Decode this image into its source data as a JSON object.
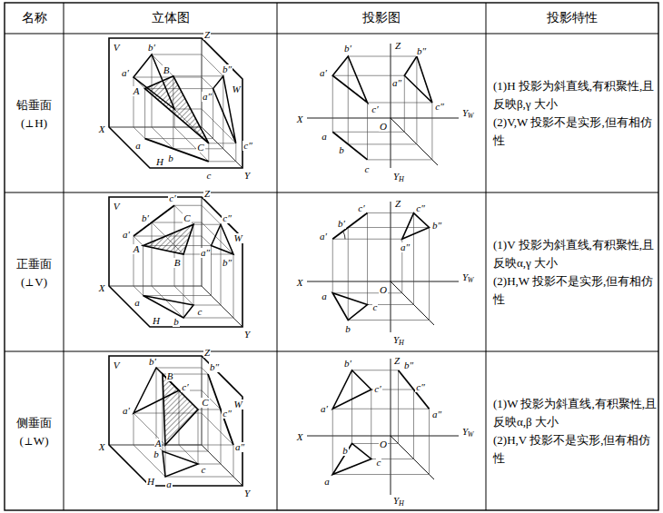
{
  "diagram": {
    "labels": [
      "名称",
      "立体图",
      "投影图",
      "投影特性",
      "铅垂面",
      "(⊥H)",
      "(1)H 投影为斜直线,有积聚性,且反映β,γ 大小",
      "(2)V,W 投影不是实形,但有相仿性",
      "正垂面",
      "(⊥V)",
      "(1)V 投影为斜直线,有积聚性,且反映α,γ 大小",
      "(2)H,W 投影不是实形,但有相仿性",
      "侧垂面",
      "(⊥W)",
      "(1)W 投影为斜直线,有积聚性,且反映α,β 大小",
      "(2)H,V 投影不是实形,但有相仿性",
      "V",
      "Z",
      "b′",
      "a′",
      "B",
      "A",
      "a″",
      "b″",
      "W",
      "c″",
      "C",
      "X",
      "a",
      "b",
      "c",
      "H",
      "Y",
      "Z",
      "a′",
      "b′",
      "b″",
      "c′",
      "a″",
      "c″",
      "X",
      "O",
      "Y",
      "W",
      "a",
      "b",
      "c",
      "Y",
      "H",
      "V",
      "Z",
      "c′",
      "b′",
      "a′",
      "C",
      "a″",
      "c″",
      "A",
      "W",
      "B",
      "b″",
      "X",
      "a",
      "c",
      "H",
      "b",
      "Y",
      "c′",
      "Z",
      "c″",
      "b′",
      "a′",
      "b″",
      "a″",
      "X",
      "O",
      "Y",
      "W",
      "a",
      "c",
      "b",
      "Y",
      "H",
      "V",
      "Z",
      "b′",
      "B",
      "b″",
      "a′",
      "c′",
      "C",
      "W",
      "A",
      "c″",
      "X",
      "b",
      "a″",
      "a",
      "c",
      "H",
      "Y",
      "b′",
      "Z",
      "b″",
      "c′",
      "c″",
      "a′",
      "a″",
      "X",
      "O",
      "Y",
      "W",
      "b",
      "c",
      "a",
      "Y",
      "H"
    ]
  }
}
